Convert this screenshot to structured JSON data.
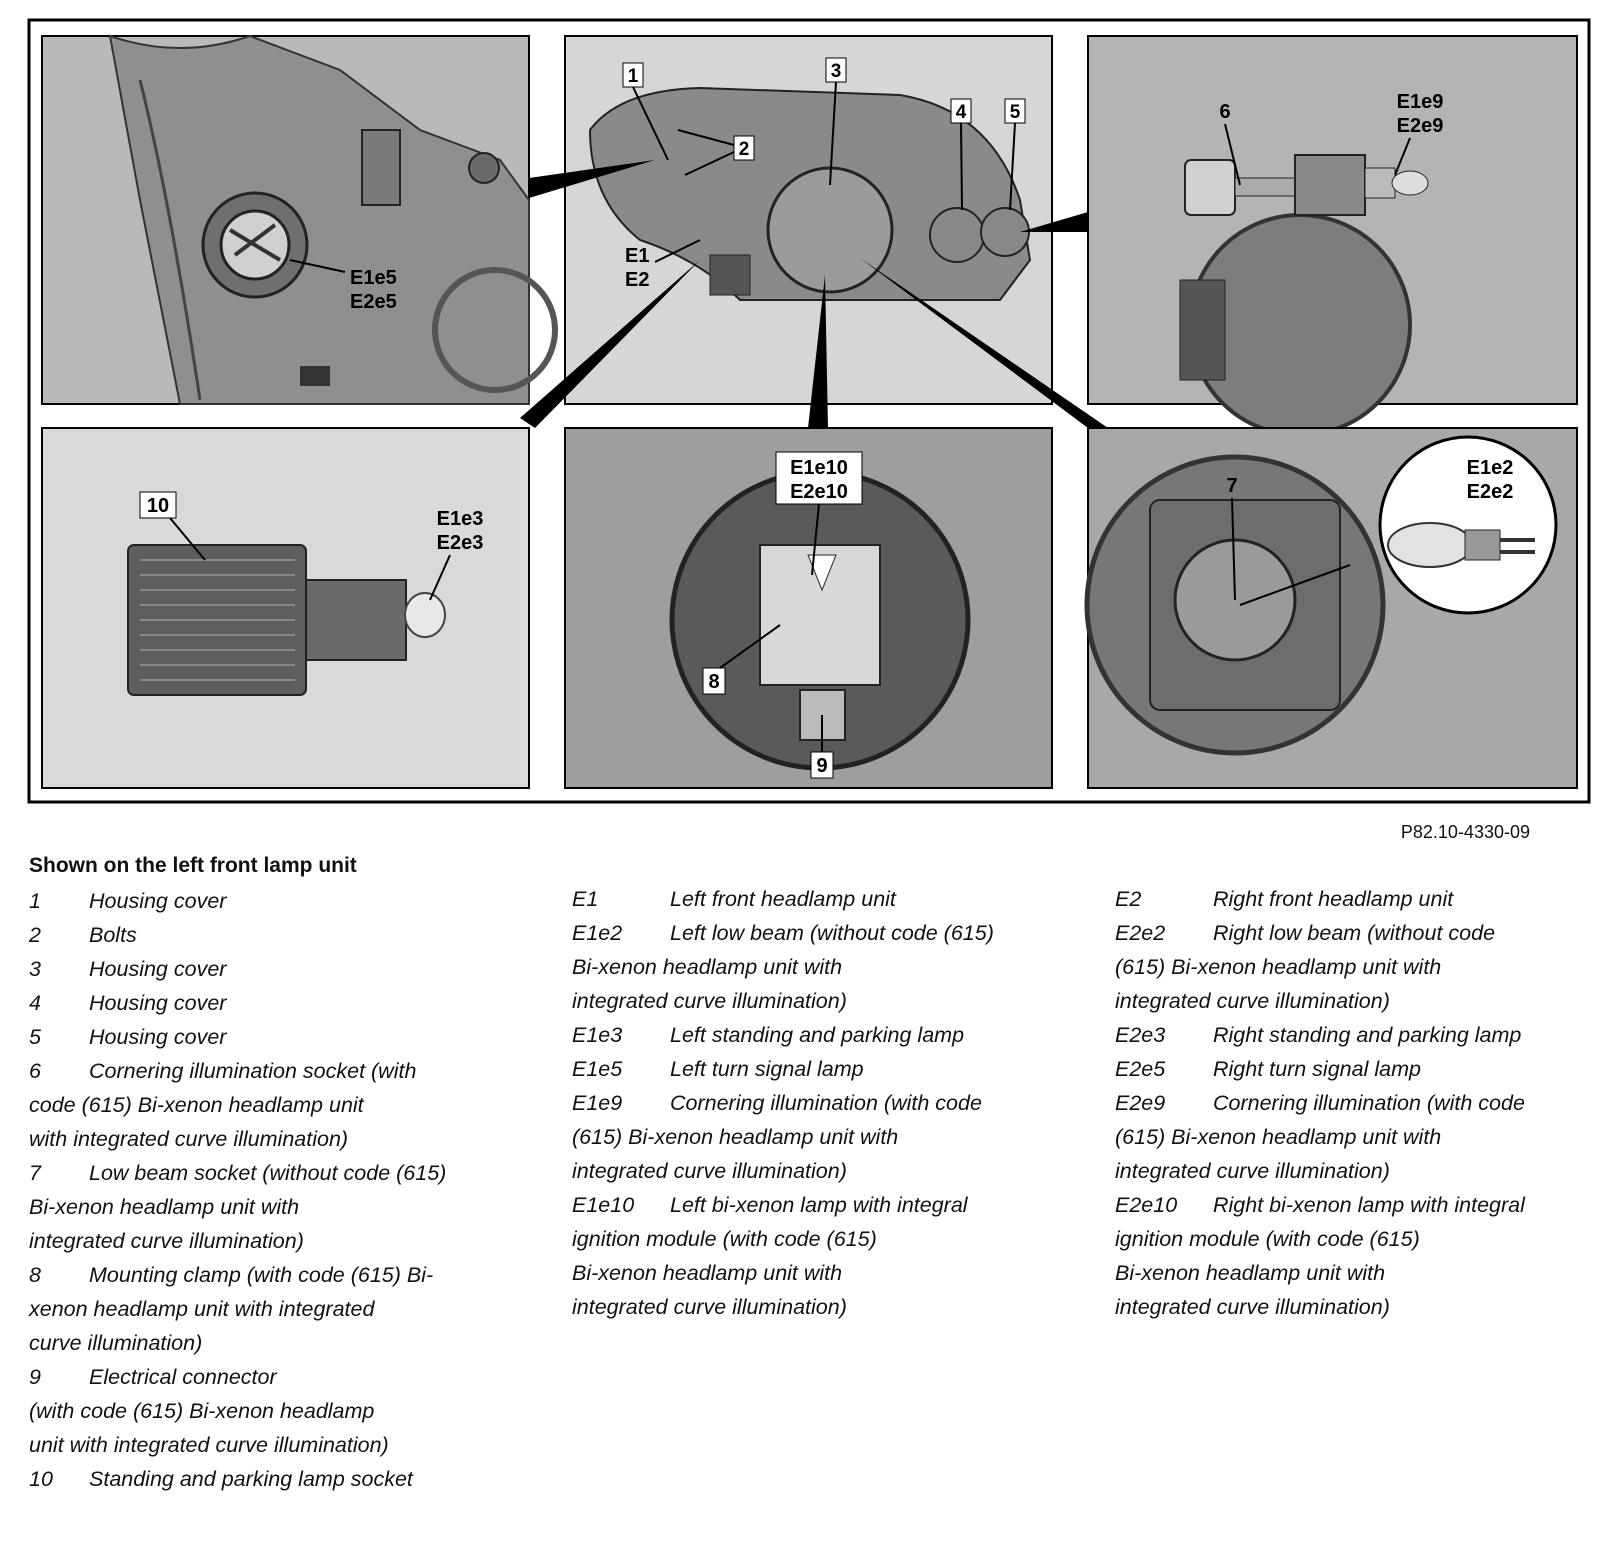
{
  "figure": {
    "reference": "P82.10-4330-09",
    "panel_labels": {
      "p1": [
        "E1e5",
        "E2e5"
      ],
      "p2_1": "1",
      "p2_2": "2",
      "p2_3": "3",
      "p2_4": "4",
      "p2_5": "5",
      "p2_e": [
        "E1",
        "E2"
      ],
      "p3_6": "6",
      "p3_e": [
        "E1e9",
        "E2e9"
      ],
      "p4_10": "10",
      "p4_e": [
        "E1e3",
        "E2e3"
      ],
      "p5_e": [
        "E1e10",
        "E2e10"
      ],
      "p5_8": "8",
      "p5_9": "9",
      "p6_7": "7",
      "p6_e": [
        "E1e2",
        "E2e2"
      ]
    }
  },
  "legend": {
    "title": "Shown on the left front lamp unit",
    "col1": [
      {
        "num": "1",
        "text": "Housing cover"
      },
      {
        "num": "2",
        "text": "Bolts"
      },
      {
        "num": "3",
        "text": "Housing cover"
      },
      {
        "num": "4",
        "text": "Housing cover"
      },
      {
        "num": "5",
        "text": "Housing cover"
      },
      {
        "num": "6",
        "text": "Cornering illumination socket (with",
        "cont": [
          "code (615) Bi-xenon headlamp unit",
          "with integrated curve illumination)"
        ]
      },
      {
        "num": "7",
        "text": "Low beam socket (without code (615)",
        "cont": [
          "Bi-xenon headlamp unit with",
          "integrated curve illumination)"
        ]
      },
      {
        "num": "8",
        "text": "Mounting clamp (with code (615) Bi-",
        "cont": [
          "xenon headlamp unit with integrated",
          "curve illumination)"
        ]
      },
      {
        "num": "9",
        "text": "Electrical connector",
        "cont": [
          "(with code (615) Bi-xenon headlamp",
          "unit with integrated curve illumination)"
        ]
      },
      {
        "num": "10",
        "text": "Standing and parking lamp socket"
      }
    ],
    "col2": [
      {
        "num": "E1",
        "text": "Left front headlamp unit"
      },
      {
        "num": "E1e2",
        "text": "Left low beam (without code (615)",
        "cont": [
          "Bi-xenon headlamp unit with",
          "integrated curve illumination)"
        ]
      },
      {
        "num": "E1e3",
        "text": "Left standing and parking lamp"
      },
      {
        "num": "E1e5",
        "text": "Left turn signal lamp"
      },
      {
        "num": "E1e9",
        "text": "Cornering illumination (with code",
        "cont": [
          "(615) Bi-xenon headlamp unit with",
          "integrated curve illumination)"
        ]
      },
      {
        "num": "E1e10",
        "text": "Left bi-xenon lamp with integral",
        "cont": [
          "ignition module (with code (615)",
          "Bi-xenon headlamp unit with",
          "integrated curve illumination)"
        ]
      }
    ],
    "col3": [
      {
        "num": "E2",
        "text": "Right front headlamp unit"
      },
      {
        "num": "E2e2",
        "text": "Right low beam (without code",
        "cont": [
          "(615) Bi-xenon headlamp unit with",
          "integrated curve illumination)"
        ]
      },
      {
        "num": "E2e3",
        "text": "Right standing and parking lamp"
      },
      {
        "num": "E2e5",
        "text": "Right turn signal lamp"
      },
      {
        "num": "E2e9",
        "text": "Cornering illumination (with code",
        "cont": [
          "(615) Bi-xenon headlamp unit with",
          "integrated curve illumination)"
        ]
      },
      {
        "num": "E2e10",
        "text": "Right bi-xenon lamp with integral",
        "cont": [
          "ignition module (with code (615)",
          "Bi-xenon headlamp unit with",
          "integrated curve illumination)"
        ]
      }
    ]
  }
}
